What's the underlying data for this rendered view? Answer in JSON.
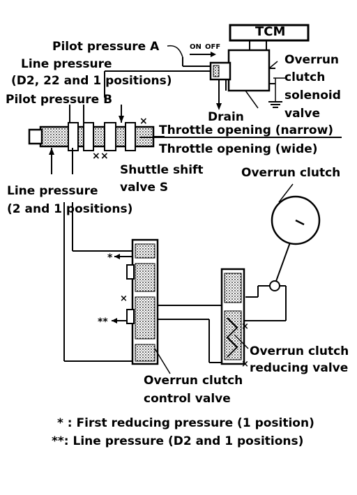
{
  "labels": {
    "pilot_pressure_a": "Pilot pressure A",
    "on": "ON",
    "off": "OFF",
    "tcm": "TCM",
    "line_pressure_top_1": "Line pressure",
    "line_pressure_top_2": "(D2, 22 and 1 positions)",
    "overrun_solenoid_1": "Overrun",
    "overrun_solenoid_2": "clutch",
    "overrun_solenoid_3": "solenoid",
    "overrun_solenoid_4": "valve",
    "pilot_pressure_b": "Pilot pressure B",
    "drain": "Drain",
    "throttle_narrow": "Throttle opening (narrow)",
    "throttle_wide": "Throttle opening (wide)",
    "shuttle_1": "Shuttle shift",
    "shuttle_2": "valve S",
    "overrun_clutch": "Overrun clutch",
    "line_pressure_bottom_1": "Line pressure",
    "line_pressure_bottom_2": "(2 and 1 positions)",
    "reducing_1": "Overrun clutch",
    "reducing_2": "reducing valve",
    "control_1": "Overrun clutch",
    "control_2": "control valve",
    "legend_1": "* : First reducing pressure (1 position)",
    "legend_2": "**: Line pressure (D2 and 1 positions)"
  }
}
